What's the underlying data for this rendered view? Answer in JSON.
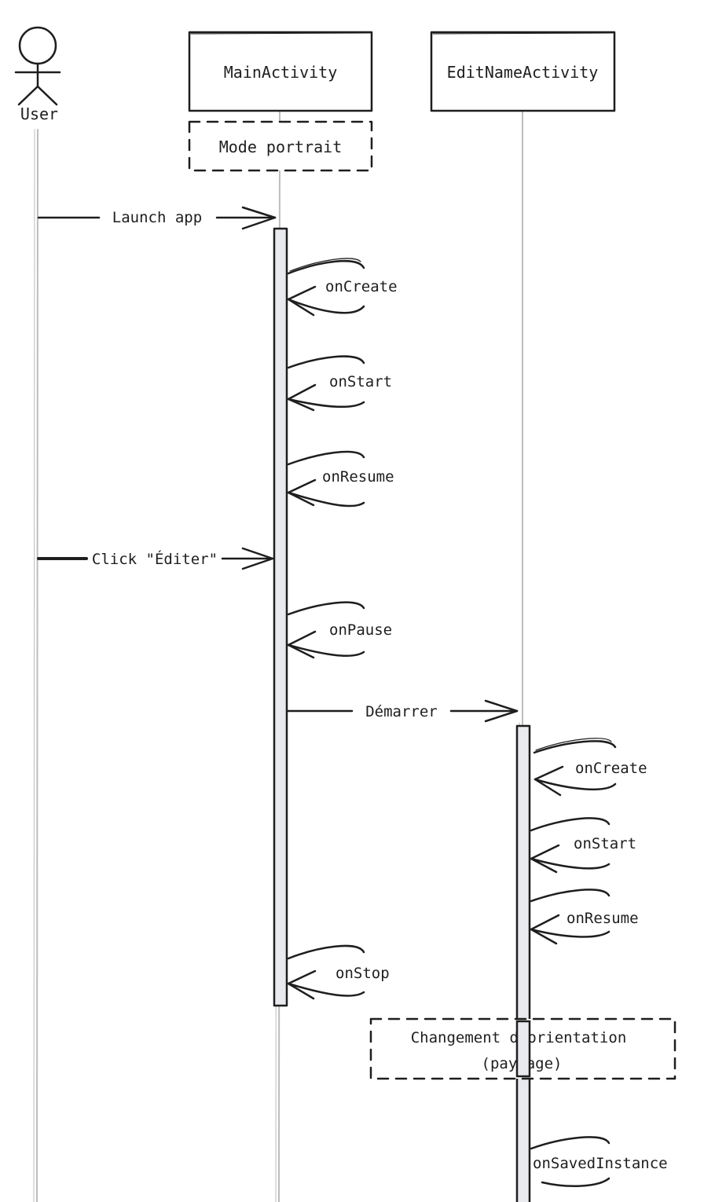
{
  "participants": {
    "user": "User",
    "main": "MainActivity",
    "edit": "EditNameActivity"
  },
  "notes": {
    "portrait": "Mode portrait",
    "orientation_line1": "Changement d'orientation",
    "orientation_line2": "(paysage)"
  },
  "messages": {
    "launch": "Launch app",
    "click": "Click \"Éditer\"",
    "start_activity": "Démarrer"
  },
  "main_lifecycle": {
    "on_create": "onCreate",
    "on_start": "onStart",
    "on_resume": "onResume",
    "on_pause": "onPause",
    "on_stop": "onStop"
  },
  "edit_lifecycle": {
    "on_create": "onCreate",
    "on_start": "onStart",
    "on_resume": "onResume",
    "on_saved_instance": "onSavedInstance"
  }
}
